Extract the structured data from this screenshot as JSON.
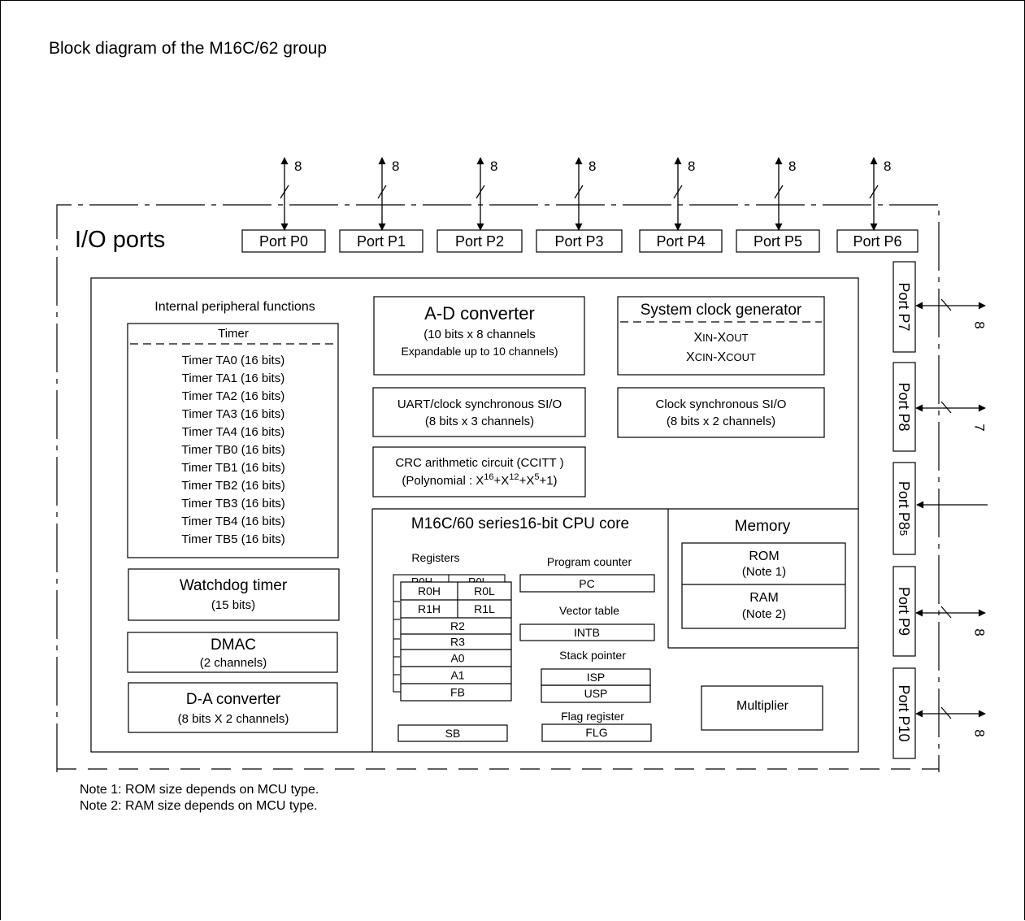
{
  "title": "Block diagram of the M16C/62 group",
  "io_ports_label": "I/O ports",
  "top_ports": [
    {
      "label": "Port P0",
      "bits": "8"
    },
    {
      "label": "Port P1",
      "bits": "8"
    },
    {
      "label": "Port P2",
      "bits": "8"
    },
    {
      "label": "Port P3",
      "bits": "8"
    },
    {
      "label": "Port P4",
      "bits": "8"
    },
    {
      "label": "Port P5",
      "bits": "8"
    },
    {
      "label": "Port P6",
      "bits": "8"
    }
  ],
  "right_ports": [
    {
      "label": "Port P7",
      "bits": "8"
    },
    {
      "label": "Port P8",
      "bits": "7"
    },
    {
      "label": "Port P8",
      "sub": "5",
      "bits": ""
    },
    {
      "label": "Port P9",
      "bits": "8"
    },
    {
      "label": "Port P10",
      "bits": "8"
    }
  ],
  "peripherals": {
    "heading": "Internal peripheral functions",
    "timer_title": "Timer",
    "timers": [
      "Timer TA0 (16 bits)",
      "Timer TA1 (16 bits)",
      "Timer TA2 (16 bits)",
      "Timer TA3 (16 bits)",
      "Timer TA4 (16 bits)",
      "Timer TB0 (16 bits)",
      "Timer TB1 (16 bits)",
      "Timer TB2 (16 bits)",
      "Timer TB3 (16 bits)",
      "Timer TB4 (16 bits)",
      "Timer TB5 (16 bits)"
    ],
    "watchdog": {
      "title": "Watchdog timer",
      "sub": "(15 bits)"
    },
    "dmac": {
      "title": "DMAC",
      "sub": "(2 channels)"
    },
    "da": {
      "title": "D-A converter",
      "sub": "(8 bits X 2 channels)"
    }
  },
  "adc": {
    "title": "A-D converter",
    "line1": "(10 bits x 8 channels",
    "line2": "Expandable up to 10 channels)"
  },
  "uart": {
    "line1": "UART/clock synchronous SI/O",
    "line2": "(8 bits x 3 channels)"
  },
  "crc": {
    "line1": "CRC arithmetic circuit (CCITT )",
    "line2_prefix": "(Polynomial : X",
    "e1": "16",
    "p2": "+X",
    "e2": "12",
    "p3": "+X",
    "e3": "5",
    "p4": "+1)"
  },
  "sysclk": {
    "title": "System clock generator",
    "line1_a": "X",
    "line1_b": "IN",
    "line1_c": "-X",
    "line1_d": "OUT",
    "line2_a": "X",
    "line2_b": "CIN",
    "line2_c": "-X",
    "line2_d": "COUT"
  },
  "clk_sio": {
    "line1": "Clock synchronous SI/O",
    "line2": "(8 bits x 2 channels)"
  },
  "cpu": {
    "title": "M16C/60 series16-bit CPU core",
    "registers_label": "Registers",
    "back_regs": [
      "R0H",
      "R0L"
    ],
    "regs_pair": [
      [
        "R0H",
        "R0L"
      ],
      [
        "R1H",
        "R1L"
      ]
    ],
    "regs": [
      "R2",
      "R3",
      "A0",
      "A1",
      "FB"
    ],
    "sb": "SB",
    "pc_label": "Program counter",
    "pc": "PC",
    "vector_label": "Vector table",
    "intb": "INTB",
    "stack_label": "Stack pointer",
    "isp": "ISP",
    "usp": "USP",
    "flag_label": "Flag register",
    "flg": "FLG"
  },
  "memory": {
    "title": "Memory",
    "rom": "ROM",
    "rom_note": "(Note 1)",
    "ram": "RAM",
    "ram_note": "(Note 2)"
  },
  "multiplier": "Multiplier",
  "notes": [
    "Note 1: ROM size depends on MCU type.",
    "Note 2: RAM size depends on MCU type."
  ]
}
